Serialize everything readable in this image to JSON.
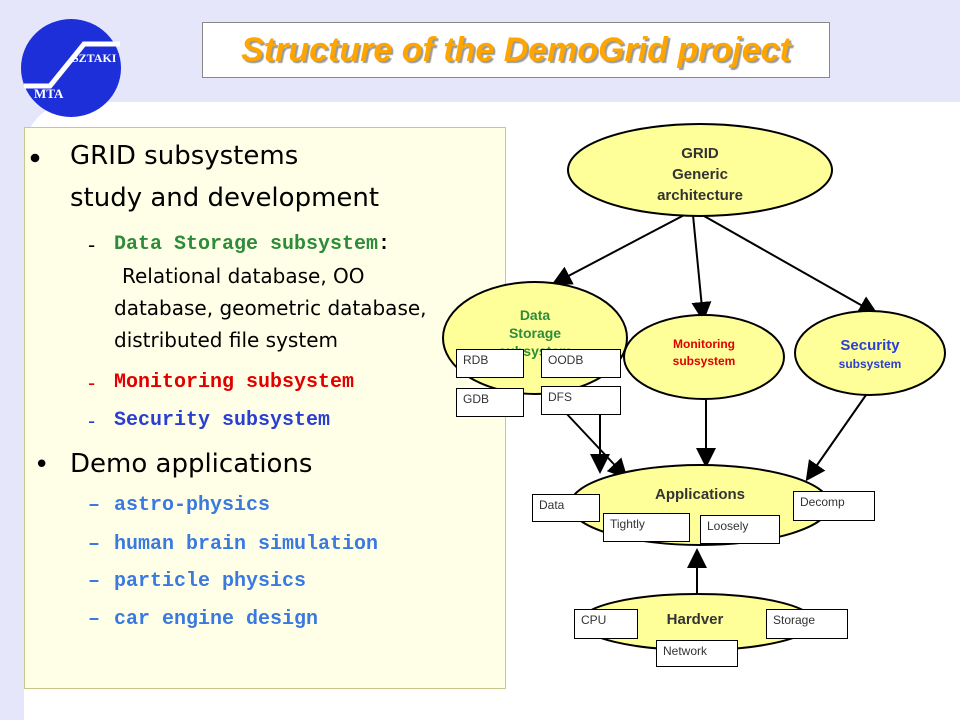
{
  "title": "Structure of the DemoGrid project",
  "logo": {
    "left_text": "MTA",
    "right_text": "SZTAKI"
  },
  "content": {
    "bullet1_line1": "GRID subsystems",
    "bullet1_line2": "study and development",
    "sub1_label": "Data Storage subsystem",
    "sub1_colon": ":",
    "sub1_desc_line1": "Relational database, OO",
    "sub1_desc_line2": "database, geometric database,",
    "sub1_desc_line3": "distributed file system",
    "sub2": "Monitoring subsystem",
    "sub3": "Security subsystem",
    "bullet2": "Demo applications",
    "apps": [
      "astro-physics",
      "human brain simulation",
      "particle physics",
      "car engine design"
    ],
    "dash": "-",
    "dash2": "–",
    "dot_bullet": "•"
  },
  "diagram": {
    "grid_line1": "GRID",
    "grid_line2": "Generic",
    "grid_line3": "architecture",
    "ds_line1": "Data",
    "ds_line2": "Storage",
    "ds_line3": "subsystem",
    "monitoring_line1": "Monitoring",
    "monitoring_line2": "subsystem",
    "security_line1": "Security",
    "security_line2": "subsystem",
    "applications": "Applications",
    "hardver": "Hardver",
    "boxes": {
      "rdb": "RDB",
      "oodb": "OODB",
      "gdb": "GDB",
      "dfs": "DFS",
      "data": "Data",
      "tightly": "Tightly",
      "loosely": "Loosely",
      "decomp": "Decomp",
      "cpu": "CPU",
      "storage": "Storage",
      "network": "Network"
    },
    "colors": {
      "ellipse_fill": "#ffff99",
      "security_text": "#2a3fd0",
      "monitoring_text": "#e00000",
      "ds_text": "#2e8b3a"
    }
  }
}
